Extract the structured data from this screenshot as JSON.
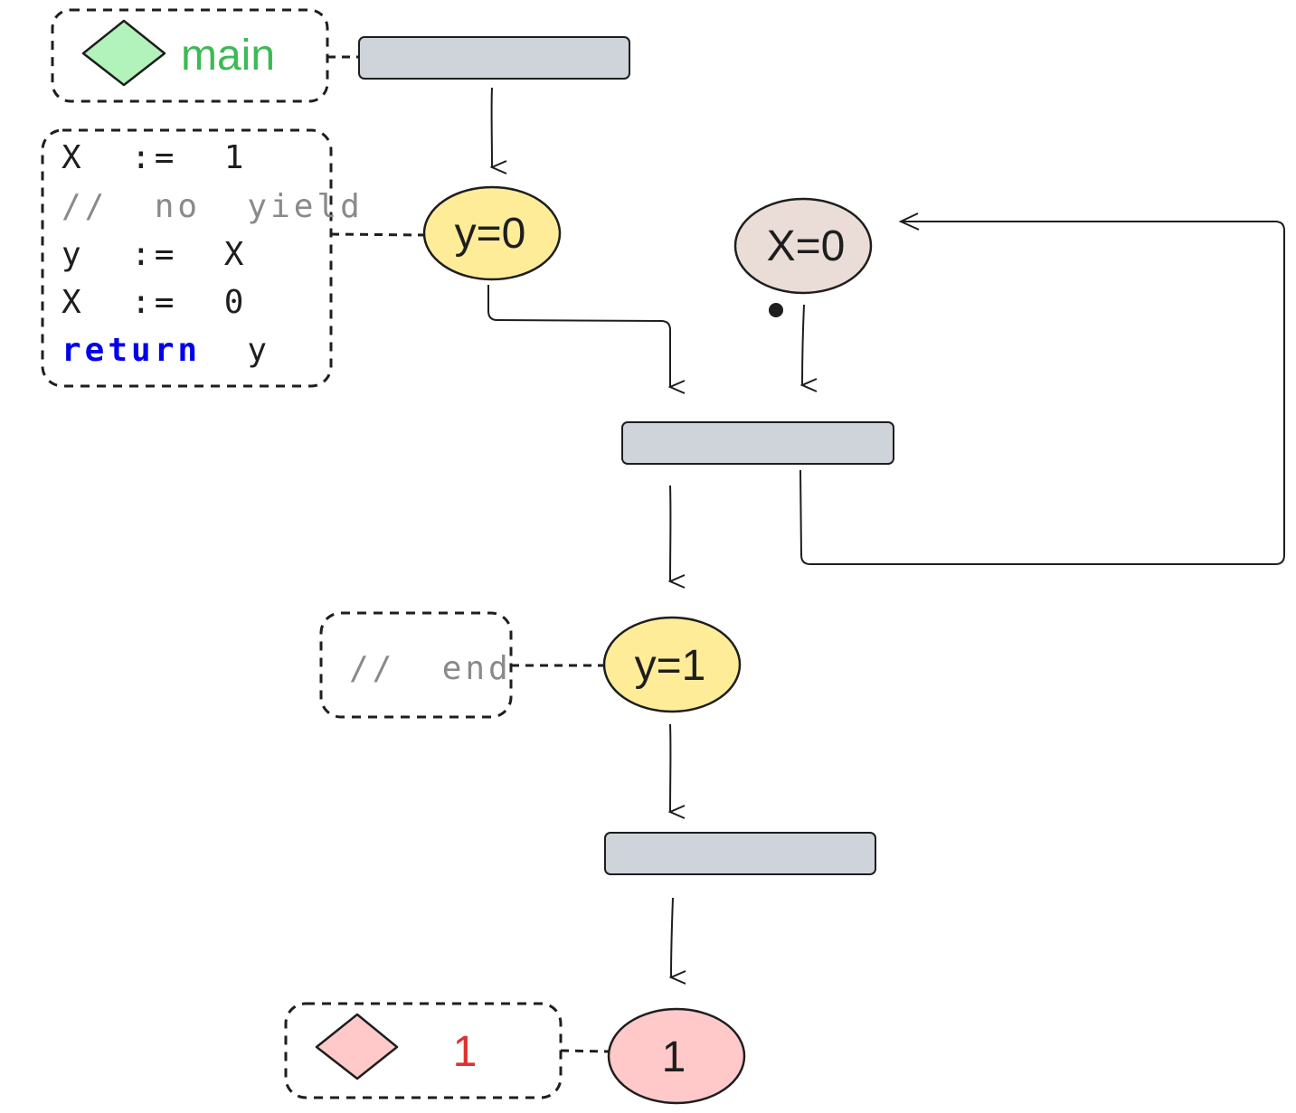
{
  "start": {
    "label": "main",
    "color": "#3cba54",
    "diamond_fill": "#b2f2bb"
  },
  "code_block": {
    "lines": [
      {
        "text": "X  :=  1",
        "style": "plain"
      },
      {
        "text": "//  no  yield",
        "style": "comment"
      },
      {
        "text": "y  :=  X",
        "style": "plain"
      },
      {
        "text": "X  :=  0",
        "style": "plain"
      },
      {
        "keyword": "return",
        "rest": "  y",
        "style": "keyword"
      }
    ],
    "keyword_color": "#0000ee",
    "comment_color": "#8a8a8a"
  },
  "end_comment": {
    "text": "//  end"
  },
  "result": {
    "label": "1",
    "color": "#e03131",
    "diamond_fill": "#ffc9c9"
  },
  "nodes": {
    "y0": {
      "label": "y=0",
      "fill": "#ffec99"
    },
    "x0": {
      "label": "X=0",
      "fill": "#eaddd7"
    },
    "y1": {
      "label": "y=1",
      "fill": "#ffec99"
    },
    "final": {
      "label": "1",
      "fill": "#ffc9c9"
    }
  },
  "bar_color": "#ced4da"
}
